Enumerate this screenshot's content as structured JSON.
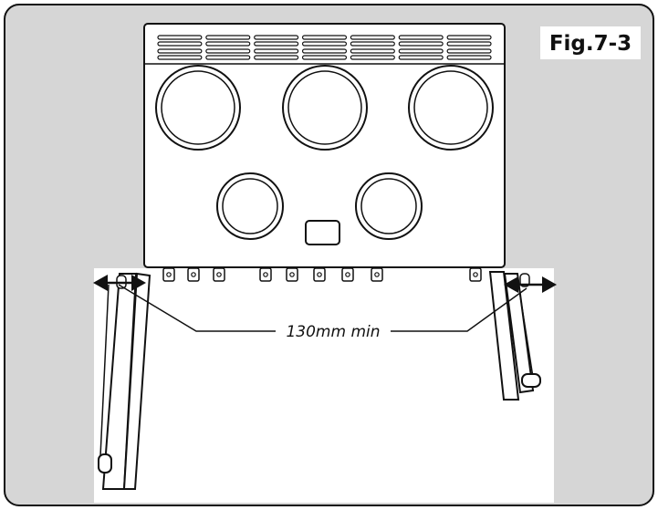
{
  "figure_label": "Fig.7-3",
  "dimension_label": "130mm min",
  "colors": {
    "background_panel": "#d6d6d6",
    "floor": "#ffffff",
    "outline": "#111111"
  },
  "appliance": {
    "vent_slot_count": 7,
    "large_burner_count": 3,
    "small_burner_count": 2,
    "control_knob_count": 9
  },
  "icons": [
    "left-double-arrow-icon",
    "right-double-arrow-icon"
  ]
}
